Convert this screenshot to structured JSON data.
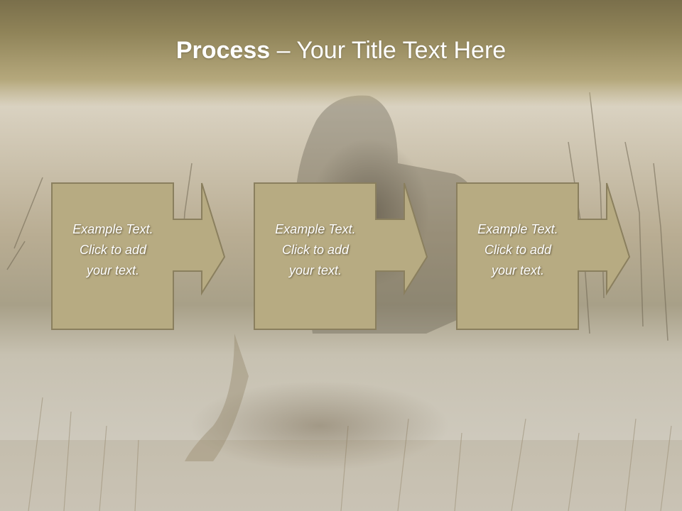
{
  "slide": {
    "title_bold": "Process",
    "title_rest": " – Your Title Text Here"
  },
  "steps": [
    {
      "line1": "Example Text.",
      "line2": "Click  to add",
      "line3": "your text."
    },
    {
      "line1": "Example Text.",
      "line2": "Click  to add",
      "line3": "your text."
    },
    {
      "line1": "Example Text.",
      "line2": "Click  to add",
      "line3": "your text."
    }
  ],
  "colors": {
    "box_fill": "#b7ab82",
    "box_border": "#8a7f5e",
    "header": "#8f8358",
    "text": "#ffffff"
  }
}
